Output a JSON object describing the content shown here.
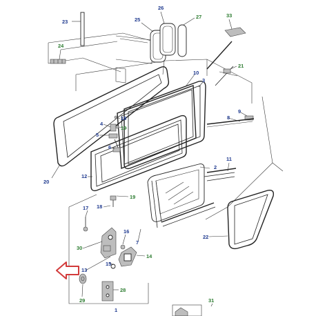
{
  "diagram": {
    "callouts": [
      {
        "id": "c23",
        "text": "23",
        "color": "blue"
      },
      {
        "id": "c24",
        "text": "24",
        "color": "green"
      },
      {
        "id": "c25",
        "text": "25",
        "color": "blue"
      },
      {
        "id": "c26",
        "text": "26",
        "color": "blue"
      },
      {
        "id": "c27",
        "text": "27",
        "color": "green"
      },
      {
        "id": "c33",
        "text": "33",
        "color": "green"
      },
      {
        "id": "c21",
        "text": "21",
        "color": "green"
      },
      {
        "id": "c10",
        "text": "10",
        "color": "blue"
      },
      {
        "id": "c3",
        "text": "3",
        "color": "blue"
      },
      {
        "id": "c9",
        "text": "9",
        "color": "blue"
      },
      {
        "id": "c8",
        "text": "8",
        "color": "blue"
      },
      {
        "id": "c4",
        "text": "4",
        "color": "blue"
      },
      {
        "id": "c18a",
        "text": "18",
        "color": "blue"
      },
      {
        "id": "c19a",
        "text": "19",
        "color": "green"
      },
      {
        "id": "c5",
        "text": "5",
        "color": "blue"
      },
      {
        "id": "c6",
        "text": "6",
        "color": "blue"
      },
      {
        "id": "c12",
        "text": "12",
        "color": "blue"
      },
      {
        "id": "c20",
        "text": "20",
        "color": "blue"
      },
      {
        "id": "c2",
        "text": "2",
        "color": "blue"
      },
      {
        "id": "c11",
        "text": "11",
        "color": "blue"
      },
      {
        "id": "c19b",
        "text": "19",
        "color": "green"
      },
      {
        "id": "c17",
        "text": "17",
        "color": "blue"
      },
      {
        "id": "c18b",
        "text": "18",
        "color": "blue"
      },
      {
        "id": "c22",
        "text": "22",
        "color": "blue"
      },
      {
        "id": "c16",
        "text": "16",
        "color": "blue"
      },
      {
        "id": "c7",
        "text": "7",
        "color": "blue"
      },
      {
        "id": "c30",
        "text": "30",
        "color": "green"
      },
      {
        "id": "c14",
        "text": "14",
        "color": "green"
      },
      {
        "id": "c15",
        "text": "15",
        "color": "blue"
      },
      {
        "id": "c13",
        "text": "13",
        "color": "blue"
      },
      {
        "id": "c28",
        "text": "28",
        "color": "green"
      },
      {
        "id": "c29",
        "text": "29",
        "color": "green"
      },
      {
        "id": "c1",
        "text": "1",
        "color": "blue"
      },
      {
        "id": "c31",
        "text": "31",
        "color": "green"
      }
    ],
    "colors": {
      "blue": "#1f3a8f",
      "green": "#2e7d32",
      "arrow": "#d23a3a",
      "line": "#222222"
    }
  }
}
